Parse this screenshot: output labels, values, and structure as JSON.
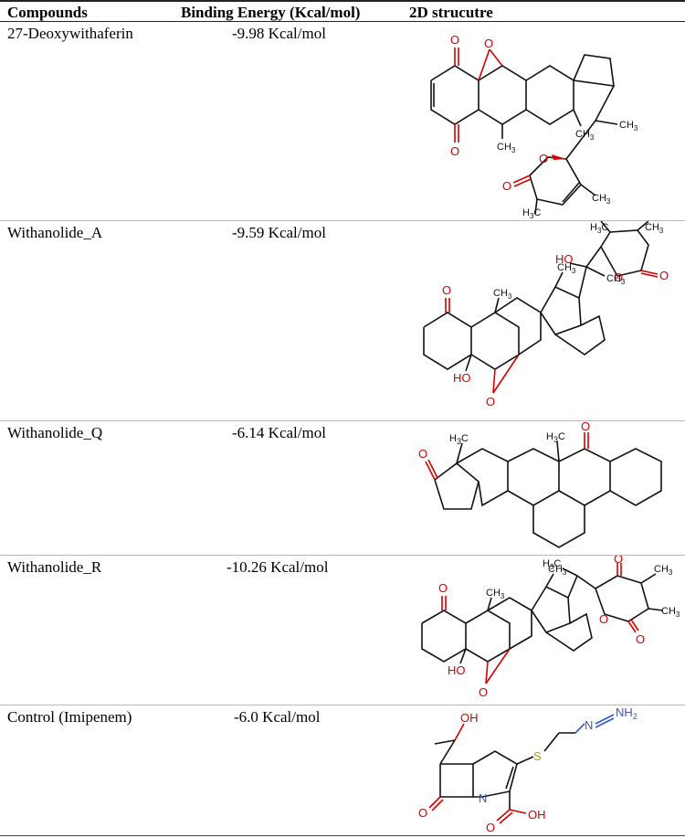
{
  "headers": {
    "compounds": "Compounds",
    "binding_energy": "Binding Energy (Kcal/mol)",
    "structure": "2D strucutre"
  },
  "rows": [
    {
      "name": "27-Deoxywithaferin",
      "energy": "-9.98 Kcal/mol"
    },
    {
      "name": "Withanolide_A",
      "energy": "-9.59 Kcal/mol"
    },
    {
      "name": "Withanolide_Q",
      "energy": "-6.14 Kcal/mol"
    },
    {
      "name": "Withanolide_R",
      "energy": "-10.26 Kcal/mol"
    },
    {
      "name": "Control (Imipenem)",
      "energy": "-6.0 Kcal/mol"
    }
  ],
  "atoms": {
    "o": "O",
    "ch3": "CH",
    "three": "3",
    "h3c_h": "H",
    "h3c_3": "3",
    "h3c_c": "C",
    "ho": "HO",
    "oh": "OH",
    "n": "N",
    "nh2": "NH",
    "two": "2",
    "s": "S"
  },
  "colors": {
    "oxygen": "#d40000",
    "nitrogen": "#3355cc",
    "sulfur": "#a6a600",
    "bond": "#111111"
  }
}
